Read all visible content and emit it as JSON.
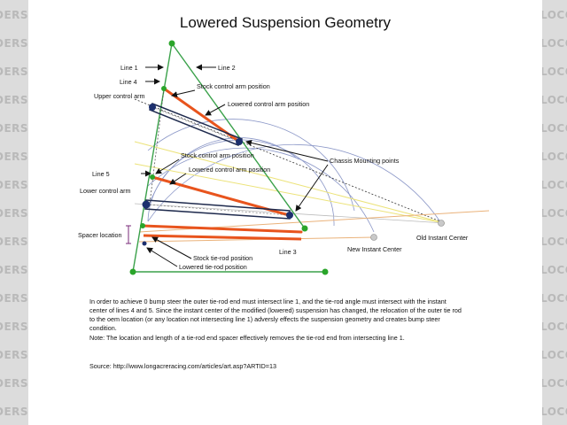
{
  "title": "Lowered Suspension Geometry",
  "watermark": {
    "left_text": "DERS.CO",
    "right_text": "LOCOST",
    "color": "#b9b9b9"
  },
  "labels": {
    "line1": "Line 1",
    "line2": "Line 2",
    "line3": "Line 3",
    "line4": "Line 4",
    "line5": "Line 5",
    "upper_control_arm": "Upper control arm",
    "lower_control_arm": "Lower control arm",
    "spacer_location": "Spacer location",
    "stock_upper_position": "Stock control arm position",
    "lowered_upper_position": "Lowered control arm position",
    "stock_lower_position": "Stock control arm position",
    "lowered_lower_position": "Lowered control arm position",
    "chassis_mounting_points": "Chassis Mounting points",
    "new_instant_center": "New Instant Center",
    "old_instant_center": "Old Instant Center",
    "stock_tie_rod": "Stock tie-rod position",
    "lowered_tie_rod": "Lowered tie-rod position"
  },
  "colors": {
    "line1": "#3aa14a",
    "stock_arm": "#e8541d",
    "lowered_arm": "#1e2a4d",
    "line4_yellow": "#ece37a",
    "tie_rod_line": "#eab27a",
    "arc": "#8c98c8",
    "pivot_green": "#2aa52a",
    "pivot_navy": "#1c2f6e",
    "instant_center_marker": "#c9c9c9"
  },
  "paragraphs": {
    "p1": "In order to achieve 0 bump steer the outer tie-rod end must intersect line 1, and the tie-rod angle must intersect with the instant center of lines 4 and 5. Since the instant center of the modified (lowered) suspension has changed, the relocation of the outer tie rod to the oem location (or any location not intersecting line 1) adversly effects the suspension geometry and creates bump steer condition.",
    "p2": "Note: The location and length of a tie-rod end spacer effectively removes the tie-rod end from intersecting line 1.",
    "p3": "Source: http://www.longacreracing.com/articles/art.asp?ARTID=13"
  }
}
